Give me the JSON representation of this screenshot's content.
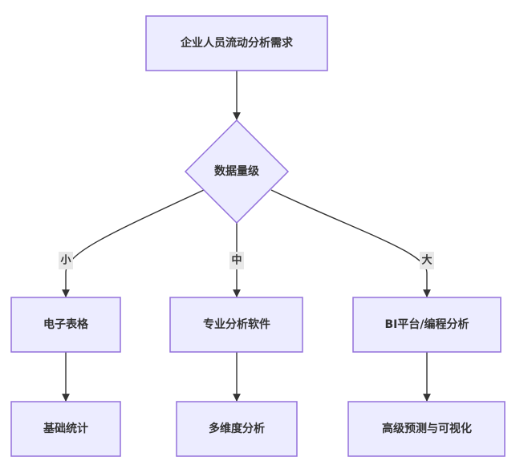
{
  "diagram": {
    "nodes": {
      "root": "企业人员流动分析需求",
      "decision": "数据量级",
      "small_tool": "电子表格",
      "medium_tool": "专业分析软件",
      "large_tool": "BI平台/编程分析",
      "small_result": "基础统计",
      "medium_result": "多维度分析",
      "large_result": "高级预测与可视化"
    },
    "edge_labels": {
      "small": "小",
      "medium": "中",
      "large": "大"
    }
  }
}
